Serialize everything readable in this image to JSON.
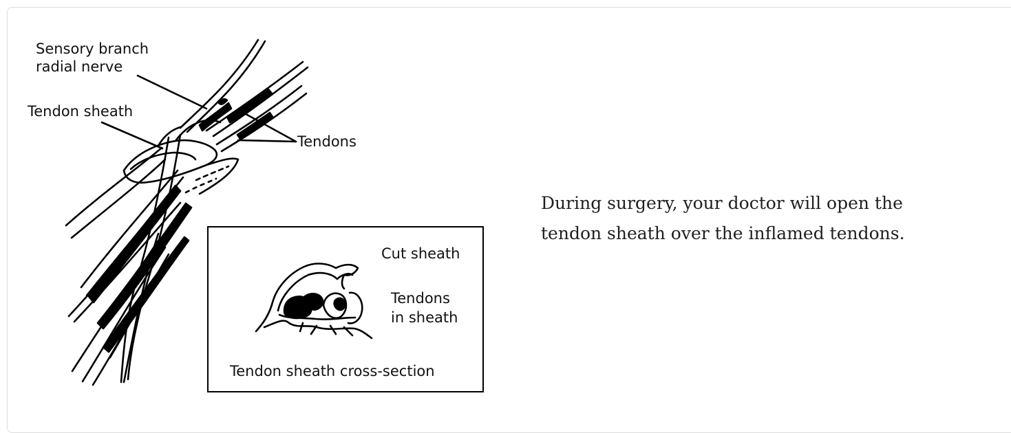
{
  "figure": {
    "labels": {
      "sensory_branch_line1": "Sensory branch",
      "sensory_branch_line2": "radial nerve",
      "tendon_sheath": "Tendon sheath",
      "tendons": "Tendons"
    },
    "inset": {
      "cut_sheath": "Cut sheath",
      "tendons_in_sheath_line1": "Tendons",
      "tendons_in_sheath_line2": "in sheath",
      "title": "Tendon sheath cross-section"
    }
  },
  "caption": {
    "line1": "During surgery, your doctor will open the",
    "line2": "tendon sheath over the inflamed tendons."
  }
}
